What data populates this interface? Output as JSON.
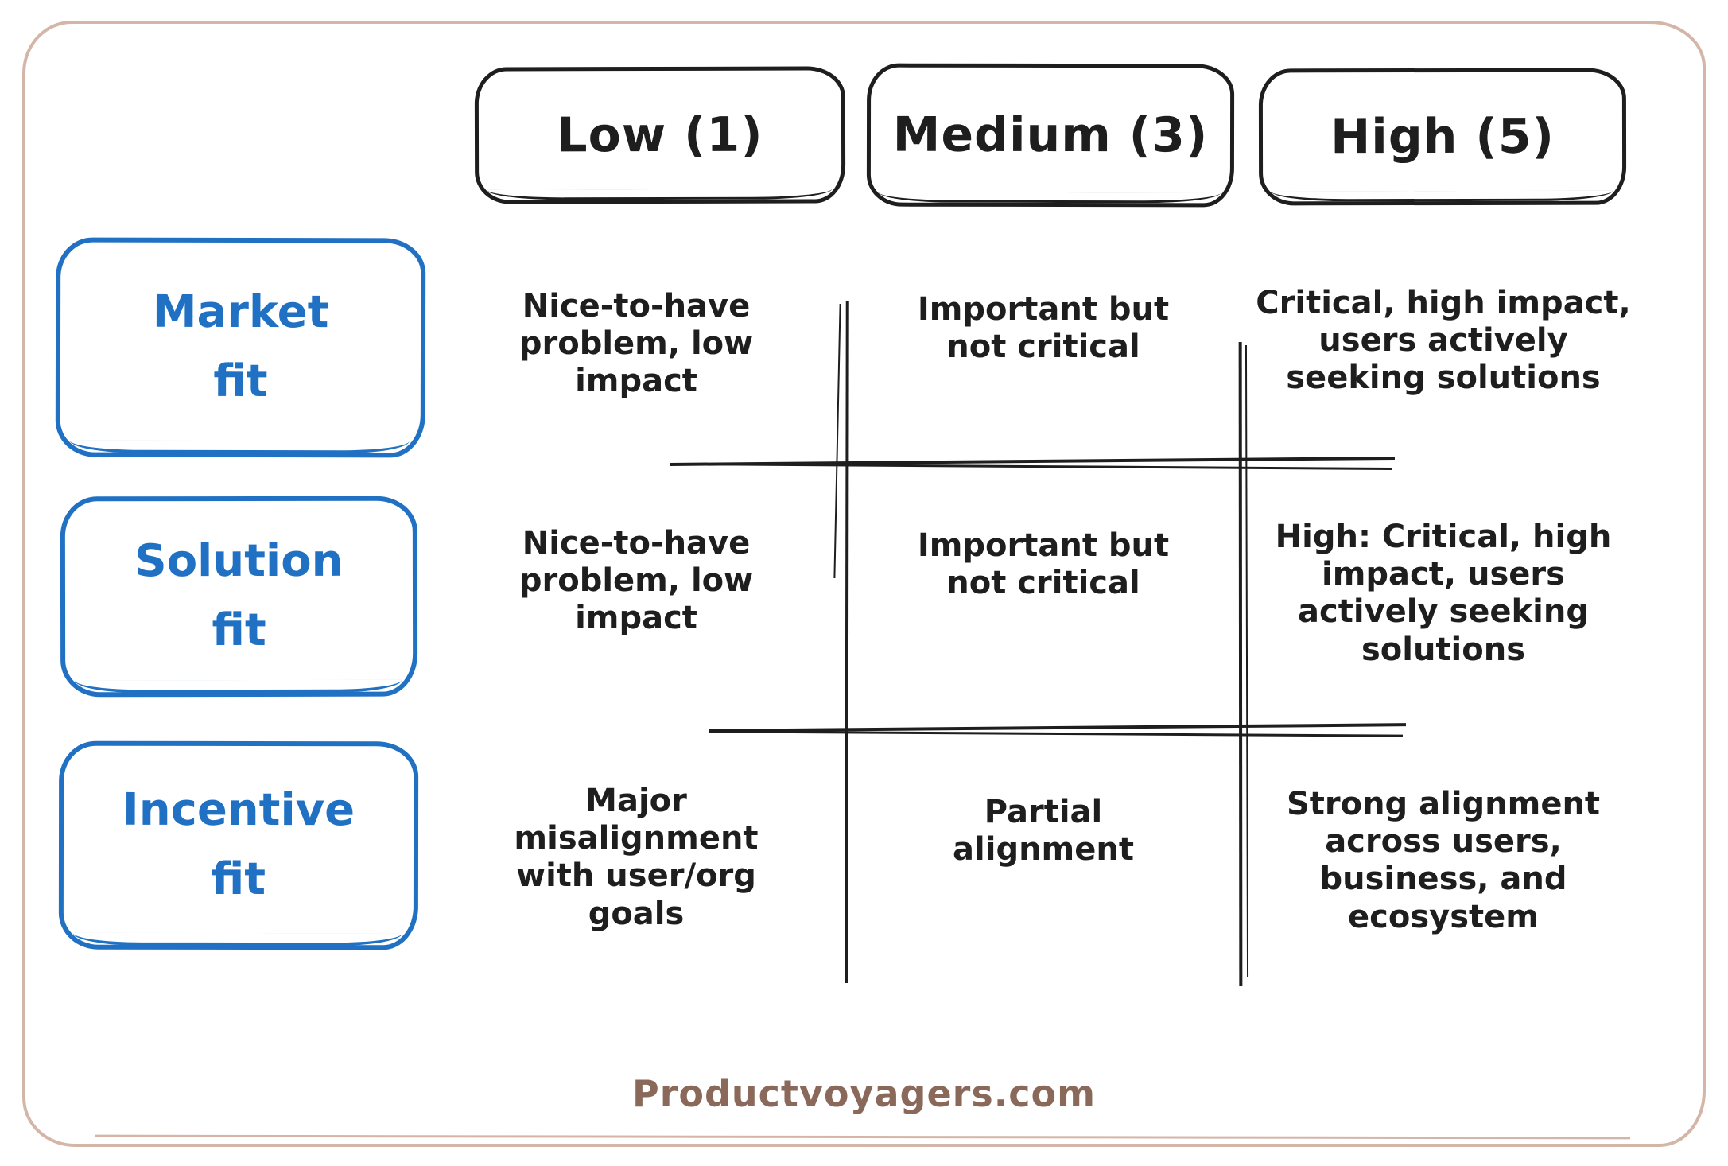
{
  "matrix": {
    "columns": [
      {
        "label": "Low (1)"
      },
      {
        "label": "Medium (3)"
      },
      {
        "label": "High (5)"
      }
    ],
    "rows": [
      {
        "label": "Market\nfit",
        "cells": [
          "Nice-to-have\nproblem, low\nimpact",
          "Important but\nnot critical",
          "Critical, high impact,\nusers actively\nseeking solutions"
        ]
      },
      {
        "label": "Solution\nfit",
        "cells": [
          "Nice-to-have\nproblem, low\nimpact",
          "Important but\nnot critical",
          "High: Critical, high\nimpact, users\nactively seeking\nsolutions"
        ]
      },
      {
        "label": "Incentive\nfit",
        "cells": [
          "Major\nmisalignment\nwith user/org\ngoals",
          "Partial\nalignment",
          "Strong alignment\nacross users,\nbusiness, and\necosystem"
        ]
      }
    ]
  },
  "footer": {
    "site": "Productvoyagers.com"
  },
  "colors": {
    "ink": "#1e1e1e",
    "accent_blue": "#2071c3",
    "frame_tan": "#d4b6a8",
    "footer_brown": "#8a695a"
  }
}
